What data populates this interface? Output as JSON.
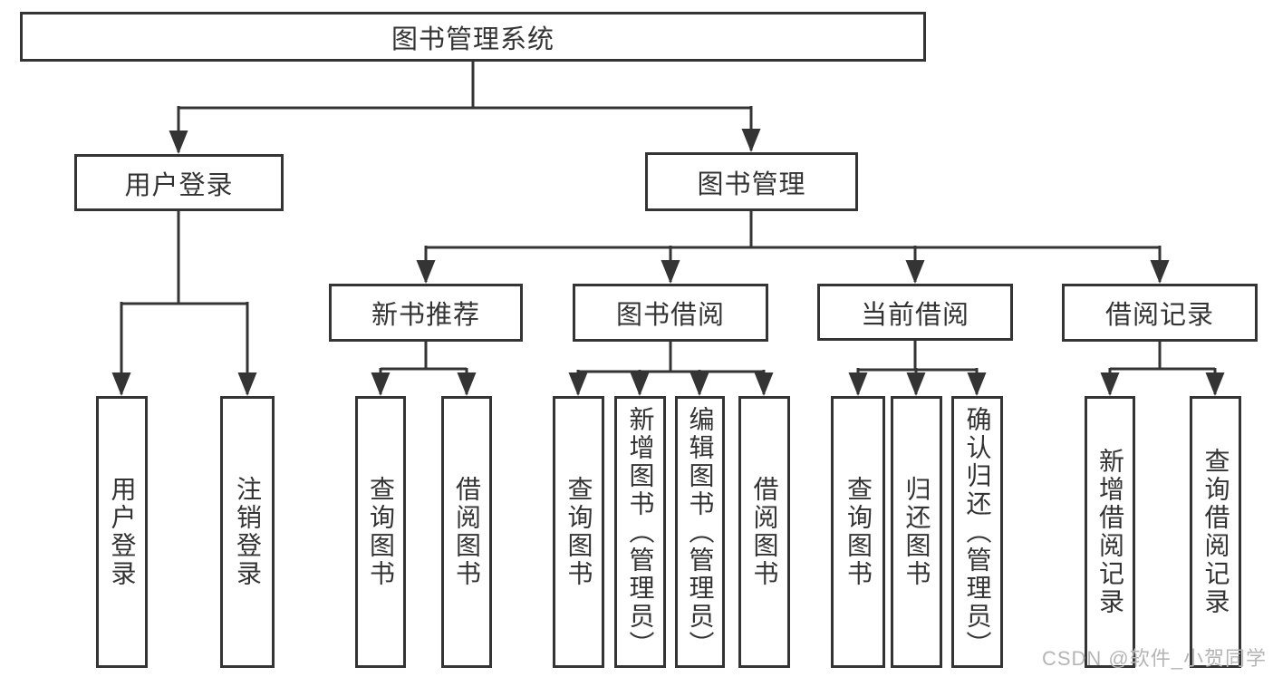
{
  "tree": {
    "label": "图书管理系统",
    "children": [
      {
        "label": "用户登录",
        "children": [
          {
            "label": "用户登录"
          },
          {
            "label": "注销登录"
          }
        ]
      },
      {
        "label": "图书管理",
        "children": [
          {
            "label": "新书推荐",
            "children": [
              {
                "label": "查询图书"
              },
              {
                "label": "借阅图书"
              }
            ]
          },
          {
            "label": "图书借阅",
            "children": [
              {
                "label": "查询图书"
              },
              {
                "label": "新增图书（管理员）"
              },
              {
                "label": "编辑图书（管理员）"
              },
              {
                "label": "借阅图书"
              }
            ]
          },
          {
            "label": "当前借阅",
            "children": [
              {
                "label": "查询图书"
              },
              {
                "label": "归还图书"
              },
              {
                "label": "确认归还（管理员）"
              }
            ]
          },
          {
            "label": "借阅记录",
            "children": [
              {
                "label": "新增借阅记录"
              },
              {
                "label": "查询借阅记录"
              }
            ]
          }
        ]
      }
    ]
  },
  "watermark": "CSDN @软件_小贺同学",
  "colors": {
    "line": "#343434",
    "text": "#333333",
    "watermark": "#b5b5b5",
    "background": "#ffffff"
  }
}
